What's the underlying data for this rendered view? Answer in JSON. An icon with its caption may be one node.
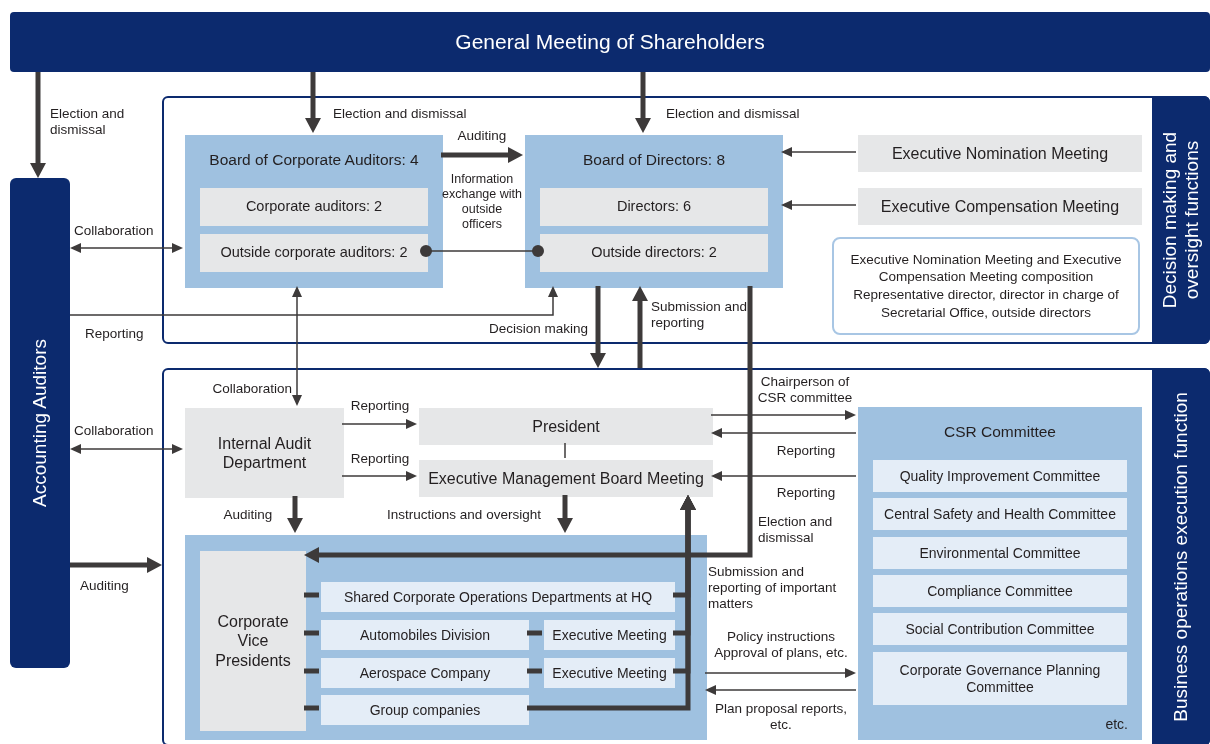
{
  "diagram": {
    "nodes": [
      {
        "text": [
          "General Meeting of Shareholders"
        ]
      },
      {
        "text": [
          "Decision making and oversight functions"
        ]
      },
      {
        "text": [
          "Board of Corporate Auditors: 4"
        ],
        "in": 1
      },
      {
        "text": [
          "Corporate auditors: 2"
        ],
        "in": 2
      },
      {
        "text": [
          "Outside corporate auditors: 2"
        ],
        "in": 2
      },
      {
        "text": [
          "Board of Directors: 8"
        ],
        "in": 1
      },
      {
        "text": [
          "Directors: 6"
        ],
        "in": 5
      },
      {
        "text": [
          "Outside directors: 2"
        ],
        "in": 5
      },
      {
        "text": [
          "Executive Nomination Meeting"
        ],
        "in": 1
      },
      {
        "text": [
          "Executive Compensation Meeting"
        ],
        "in": 1
      },
      {
        "text": [
          "Executive Nomination Meeting and Executive Compensation Meeting composition",
          "Representative director, director in charge of Secretarial Office, outside directors"
        ],
        "in": 1
      },
      {
        "text": [
          "Accounting Auditors"
        ]
      },
      {
        "text": [
          "Business operations execution function"
        ]
      },
      {
        "text": [
          "Internal Audit Department"
        ],
        "in": 12
      },
      {
        "text": [
          "President"
        ],
        "in": 12
      },
      {
        "text": [
          "Executive Management Board Meeting"
        ],
        "in": 12
      },
      {
        "text": [],
        "shape": "box",
        "in": 12
      },
      {
        "text": [
          "Corporate Vice Presidents"
        ],
        "in": 16
      },
      {
        "text": [
          "Shared Corporate Operations Departments at HQ"
        ],
        "in": 16
      },
      {
        "text": [
          "Automobiles Division"
        ],
        "in": 16
      },
      {
        "text": [
          "Executive Meeting"
        ],
        "in": 16
      },
      {
        "text": [
          "Aerospace Company"
        ],
        "in": 16
      },
      {
        "text": [
          "Executive Meeting"
        ],
        "in": 16
      },
      {
        "text": [
          "Group companies"
        ],
        "in": 16
      },
      {
        "text": [
          "CSR Committee",
          "etc."
        ],
        "in": 12
      },
      {
        "text": [
          "Quality Improvement Committee"
        ],
        "in": 24
      },
      {
        "text": [
          "Central Safety and Health Committee"
        ],
        "in": 24
      },
      {
        "text": [
          "Environmental Committee"
        ],
        "in": 24
      },
      {
        "text": [
          "Compliance Committee"
        ],
        "in": 24
      },
      {
        "text": [
          "Social Contribution Committee"
        ],
        "in": 24
      },
      {
        "text": [
          "Corporate Governance Planning Committee"
        ],
        "in": 24
      }
    ],
    "edges": [
      {
        "from": 0,
        "to": 2,
        "arrow": "to",
        "label": "Election and dismissal"
      },
      {
        "from": 0,
        "to": 5,
        "arrow": "to",
        "label": "Election and dismissal"
      },
      {
        "from": 0,
        "to": 11,
        "arrow": "to",
        "label": "Election and dismissal"
      },
      {
        "from": 2,
        "to": 5,
        "arrow": "to",
        "label": "Auditing"
      },
      {
        "from": 4,
        "to": 7,
        "arrow": "other",
        "label": "Information exchange with outside officers"
      },
      {
        "from": 8,
        "to": 5,
        "arrow": "to"
      },
      {
        "from": 9,
        "to": 5,
        "arrow": "to"
      },
      {
        "from": 11,
        "to": 2,
        "arrow": "both",
        "label": "Collaboration"
      },
      {
        "from": 11,
        "to": 5,
        "arrow": "to",
        "label": "Reporting"
      },
      {
        "from": 13,
        "to": 2,
        "arrow": "both",
        "label": "Collaboration"
      },
      {
        "from": 11,
        "to": 13,
        "arrow": "both",
        "label": "Collaboration"
      },
      {
        "from": 5,
        "to": 12,
        "arrow": "to",
        "label": "Decision making"
      },
      {
        "from": 12,
        "to": 5,
        "arrow": "to",
        "label": "Submission and reporting"
      },
      {
        "from": 13,
        "to": 14,
        "arrow": "to",
        "label": "Reporting"
      },
      {
        "from": 13,
        "to": 15,
        "arrow": "to",
        "label": "Reporting"
      },
      {
        "from": 14,
        "to": 15,
        "arrow": "none"
      },
      {
        "from": 14,
        "to": 24,
        "arrow": "to",
        "label": "Chairperson of CSR committee"
      },
      {
        "from": 24,
        "to": 14,
        "arrow": "to",
        "label": "Reporting"
      },
      {
        "from": 24,
        "to": 15,
        "arrow": "to",
        "label": "Reporting"
      },
      {
        "from": 13,
        "to": 16,
        "arrow": "to",
        "label": "Auditing"
      },
      {
        "from": 15,
        "to": 16,
        "arrow": "to",
        "label": "Instructions and oversight"
      },
      {
        "from": 5,
        "to": 17,
        "arrow": "to",
        "label": "Election and dismissal"
      },
      {
        "from": 17,
        "to": 18,
        "arrow": "none"
      },
      {
        "from": 17,
        "to": 19,
        "arrow": "none"
      },
      {
        "from": 17,
        "to": 21,
        "arrow": "none"
      },
      {
        "from": 17,
        "to": 23,
        "arrow": "none"
      },
      {
        "from": 19,
        "to": 20,
        "arrow": "none"
      },
      {
        "from": 21,
        "to": 22,
        "arrow": "none"
      },
      {
        "from": 18,
        "to": 15,
        "arrow": "to"
      },
      {
        "from": 20,
        "to": 15,
        "arrow": "to"
      },
      {
        "from": 22,
        "to": 15,
        "arrow": "to"
      },
      {
        "from": 23,
        "to": 15,
        "arrow": "to",
        "label": "Submission and reporting of important matters"
      },
      {
        "from": 16,
        "to": 24,
        "arrow": "to",
        "label": "Policy instructions Approval of plans, etc."
      },
      {
        "from": 24,
        "to": 16,
        "arrow": "to",
        "label": "Plan proposal reports, etc."
      },
      {
        "from": 11,
        "to": 12,
        "arrow": "to",
        "label": "Auditing"
      }
    ]
  }
}
